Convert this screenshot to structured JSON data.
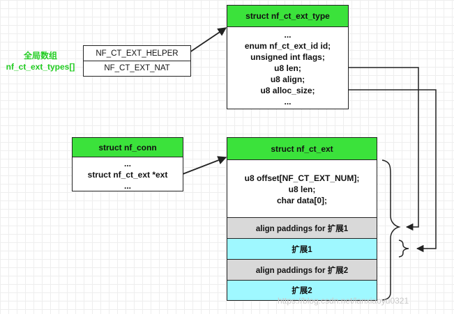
{
  "global_label": {
    "line1": "全局数组",
    "line2": "nf_ct_ext_types[]"
  },
  "types_array": {
    "items": [
      "NF_CT_EXT_HELPER",
      "NF_CT_EXT_NAT"
    ]
  },
  "ext_type_struct": {
    "title": "struct nf_ct_ext_type",
    "fields": [
      "...",
      "enum nf_ct_ext_id id;",
      "unsigned int flags;",
      "u8 len;",
      "u8 align;",
      "u8 alloc_size;",
      "..."
    ]
  },
  "nf_conn_struct": {
    "title": "struct nf_conn",
    "fields": [
      "...",
      "struct nf_ct_ext *ext",
      "..."
    ]
  },
  "ext_struct": {
    "title": "struct nf_ct_ext",
    "fields": [
      "u8 offset[NF_CT_EXT_NUM];",
      "u8 len;",
      "char data[0];"
    ],
    "segments": [
      "align paddings for 扩展1",
      "扩展1",
      "align paddings for 扩展2",
      "扩展2"
    ]
  },
  "watermark": "https://blog.csdn.net/lanxiaoyu0321",
  "colors": {
    "header_green": "#3be23b",
    "padding_gray": "#d9d9d9",
    "extension_cyan": "#9ff8ff",
    "label_green": "#22cc22"
  }
}
